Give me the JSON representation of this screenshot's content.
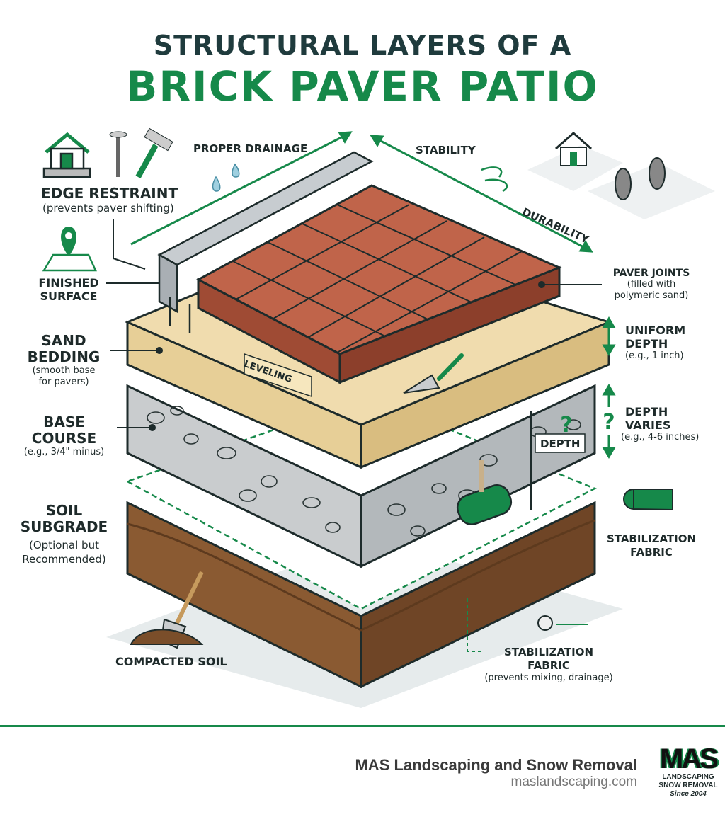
{
  "title": {
    "line1": "STRUCTURAL LAYERS OF A",
    "line2": "BRICK PAVER PATIO"
  },
  "labels": {
    "edge_restraint": {
      "title": "EDGE RESTRAINT",
      "note": "(prevents paver shifting)"
    },
    "finished_surface": {
      "line1": "FINISHED",
      "line2": "SURFACE"
    },
    "sand_bedding": {
      "line1": "SAND",
      "line2": "BEDDING",
      "note1": "(smooth base",
      "note2": "for pavers)"
    },
    "base_course": {
      "line1": "BASE",
      "line2": "COURSE",
      "note": "(e.g., 3/4\" minus)"
    },
    "soil_subgrade": {
      "line1": "SOIL",
      "line2": "SUBGRADE",
      "note1": "(Optional but",
      "note2": "Recommended)"
    },
    "compacted_soil": "COMPACTED SOIL",
    "proper_drainage": "PROPER DRAINAGE",
    "stability": "STABILITY",
    "durability": "DURABILITY",
    "paver_joints": {
      "title": "PAVER JOINTS",
      "note1": "(filled with",
      "note2": "polymeric sand)"
    },
    "uniform_depth": {
      "line1": "UNIFORM",
      "line2": "DEPTH",
      "note": "(e.g., 1 inch)"
    },
    "depth_varies": {
      "line1": "DEPTH",
      "line2": "VARIES",
      "note": "(e.g., 4-6 inches)"
    },
    "depth_tag": "DEPTH",
    "leveling": "LEVELING",
    "stabilization_fabric_right": {
      "line1": "STABILIZATION",
      "line2": "FABRIC"
    },
    "stabilization_fabric_bottom": {
      "title": "STABILIZATION FABRIC",
      "note": "(prevents mixing, drainage)"
    }
  },
  "footer": {
    "company": "MAS Landscaping and Snow Removal",
    "url": "maslandscaping.com",
    "logo": {
      "mark": "MAS",
      "line1": "LANDSCAPING",
      "line2": "SNOW REMOVAL",
      "since": "Since 2004"
    }
  },
  "colors": {
    "accent": "#16894a",
    "title_dark": "#1f3b3d",
    "brick": "#b85a40",
    "sand": "#edd7a4",
    "gravel": "#c9ccce",
    "soil": "#8a5a32"
  }
}
